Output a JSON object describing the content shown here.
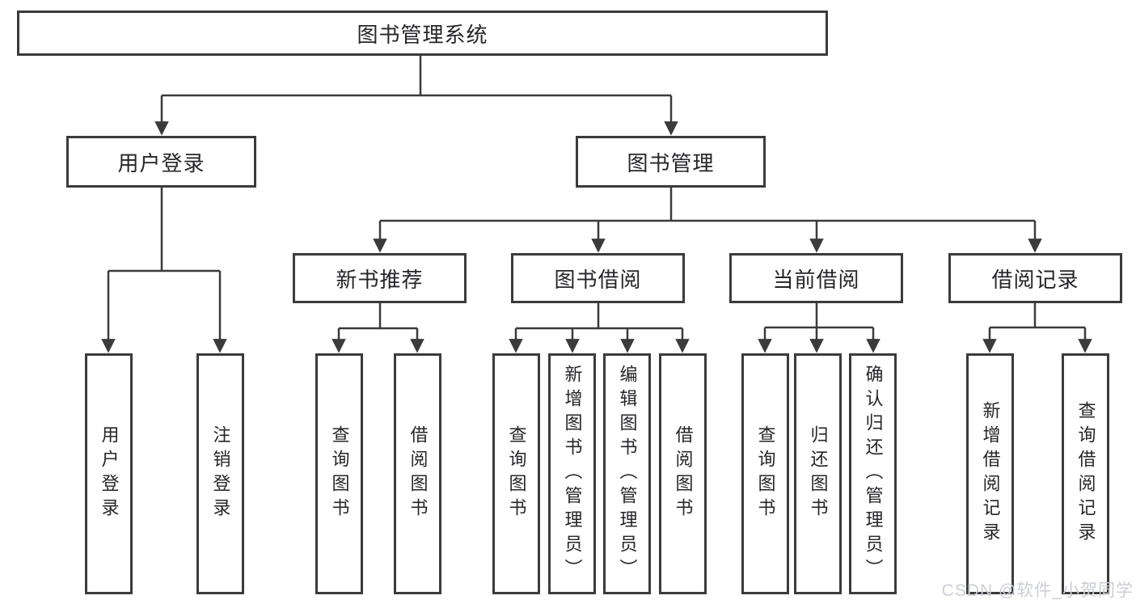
{
  "colors": {
    "line": "#3b3b3b",
    "box_border": "#3b3b3b",
    "text": "#26262a",
    "background": "#ffffff",
    "watermark": "#ccced6"
  },
  "diagram": {
    "root": {
      "label": "图书管理系统"
    },
    "level2": [
      {
        "label": "用户登录",
        "parent": "图书管理系统"
      },
      {
        "label": "图书管理",
        "parent": "图书管理系统"
      }
    ],
    "level3": [
      {
        "label": "新书推荐",
        "parent": "图书管理"
      },
      {
        "label": "图书借阅",
        "parent": "图书管理"
      },
      {
        "label": "当前借阅",
        "parent": "图书管理"
      },
      {
        "label": "借阅记录",
        "parent": "图书管理"
      }
    ],
    "leaves": [
      {
        "label": "用户登录",
        "parent": "用户登录"
      },
      {
        "label": "注销登录",
        "parent": "用户登录"
      },
      {
        "label": "查询图书",
        "parent": "新书推荐"
      },
      {
        "label": "借阅图书",
        "parent": "新书推荐"
      },
      {
        "label": "查询图书",
        "parent": "图书借阅"
      },
      {
        "label": "新增图书（管理员）",
        "parent": "图书借阅"
      },
      {
        "label": "编辑图书（管理员）",
        "parent": "图书借阅"
      },
      {
        "label": "借阅图书",
        "parent": "图书借阅"
      },
      {
        "label": "查询图书",
        "parent": "当前借阅"
      },
      {
        "label": "归还图书",
        "parent": "当前借阅"
      },
      {
        "label": "确认归还（管理员）",
        "parent": "当前借阅"
      },
      {
        "label": "新增借阅记录",
        "parent": "借阅记录"
      },
      {
        "label": "查询借阅记录",
        "parent": "借阅记录"
      }
    ]
  },
  "watermark": {
    "text": "CSDN @软件_小贺同学"
  }
}
